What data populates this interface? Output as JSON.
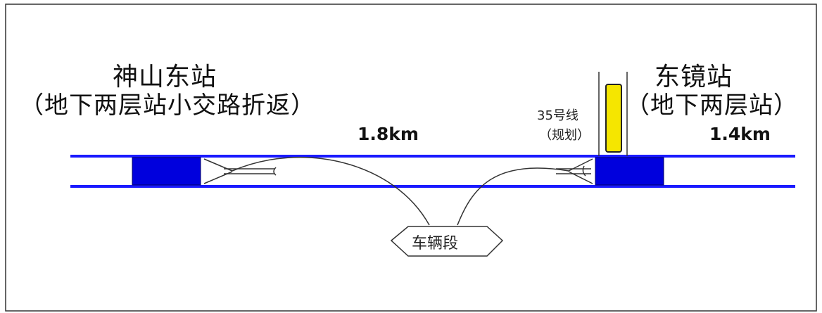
{
  "stations": {
    "left": {
      "name": "神山东站",
      "description": "（地下两层站小交路折返）"
    },
    "right": {
      "name": "东镜站",
      "description": "（地下两层站）"
    }
  },
  "distances": {
    "left": "1.8km",
    "right": "1.4km"
  },
  "planned_line": {
    "name": "35号线",
    "note": "（规划）"
  },
  "depot": {
    "label": "车辆段"
  },
  "colors": {
    "track": "#1a1aff",
    "station_block": "#0000dd",
    "planned_line_fill": "#f5e600",
    "wire": "#333333",
    "border": "#333333"
  }
}
